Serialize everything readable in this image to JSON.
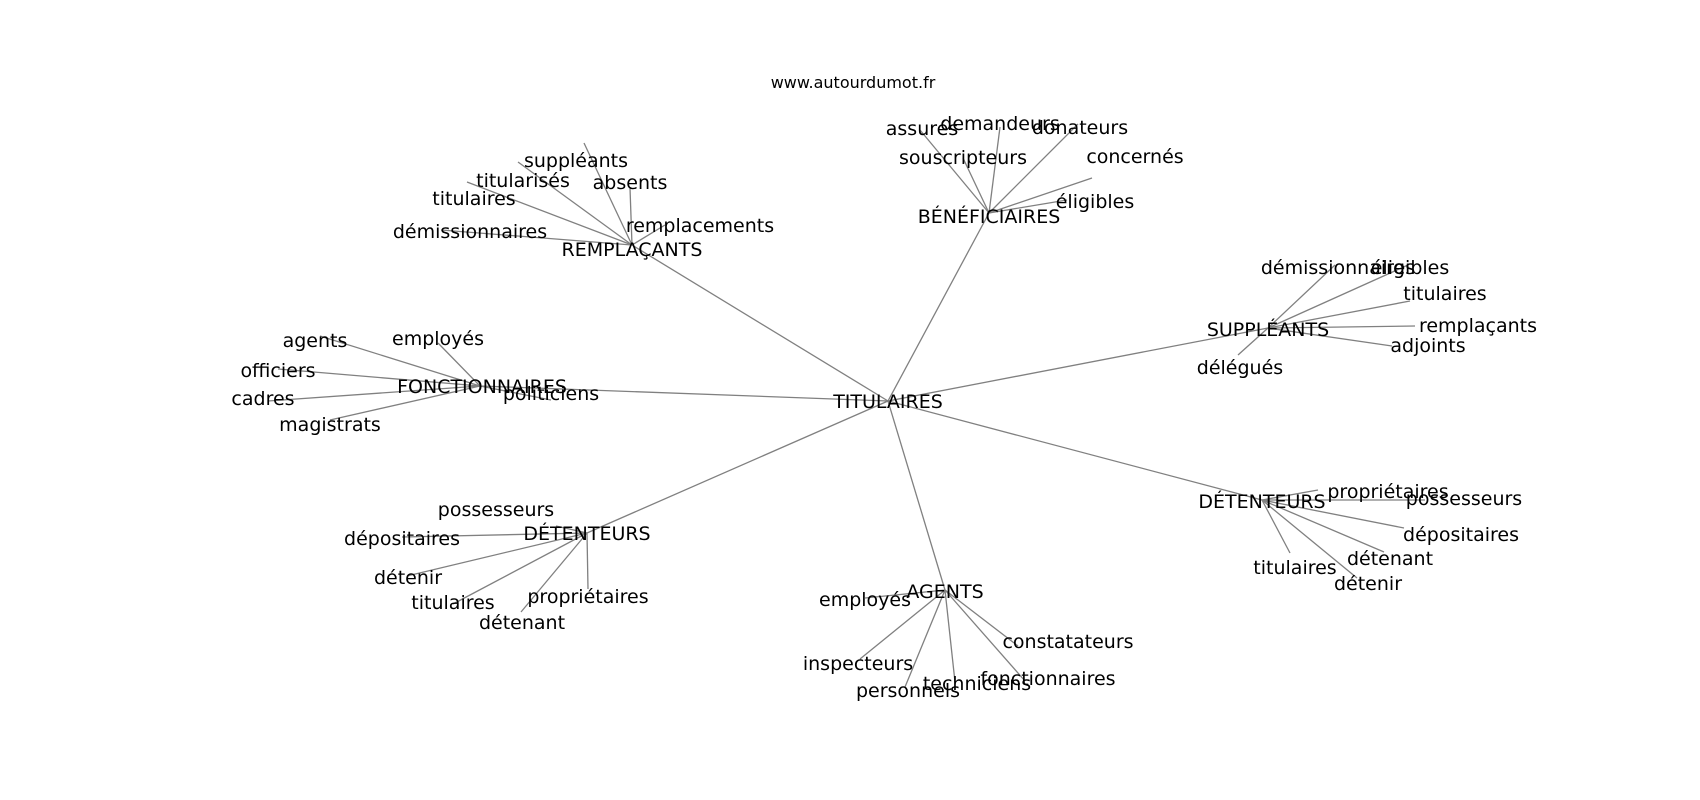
{
  "site_label": "www.autourdumot.fr",
  "colors": {
    "edge": "#808080",
    "text": "#000000",
    "background": "#ffffff"
  },
  "root": {
    "id": "root",
    "label": "TITULAIRES"
  },
  "clusters": [
    {
      "id": "remplacants",
      "label": "REMPLAÇANTS",
      "leaves": [
        {
          "id": "suppleants",
          "label": "suppléants"
        },
        {
          "id": "titularises",
          "label": "titularisés"
        },
        {
          "id": "absents",
          "label": "absents"
        },
        {
          "id": "titulaires",
          "label": "titulaires"
        },
        {
          "id": "remplacements",
          "label": "remplacements"
        },
        {
          "id": "demissionnaires",
          "label": "démissionnaires"
        }
      ]
    },
    {
      "id": "beneficiaires",
      "label": "BÉNÉFICIAIRES",
      "leaves": [
        {
          "id": "assures",
          "label": "assurés"
        },
        {
          "id": "demandeurs",
          "label": "demandeurs"
        },
        {
          "id": "donateurs",
          "label": "donateurs"
        },
        {
          "id": "souscripteurs",
          "label": "souscripteurs"
        },
        {
          "id": "concernes",
          "label": "concernés"
        },
        {
          "id": "eligibles",
          "label": "éligibles"
        }
      ]
    },
    {
      "id": "suppleants-cluster",
      "label": "SUPPLÉANTS",
      "leaves": [
        {
          "id": "demissionnaires",
          "label": "démissionnaires"
        },
        {
          "id": "eligibles",
          "label": "éligibles"
        },
        {
          "id": "titulaires",
          "label": "titulaires"
        },
        {
          "id": "remplacants",
          "label": "remplaçants"
        },
        {
          "id": "adjoints",
          "label": "adjoints"
        },
        {
          "id": "delegues",
          "label": "délégués"
        }
      ]
    },
    {
      "id": "fonctionnaires",
      "label": "FONCTIONNAIRES",
      "leaves": [
        {
          "id": "agents",
          "label": "agents"
        },
        {
          "id": "employes",
          "label": "employés"
        },
        {
          "id": "officiers",
          "label": "officiers"
        },
        {
          "id": "cadres",
          "label": "cadres"
        },
        {
          "id": "politiciens",
          "label": "politiciens"
        },
        {
          "id": "magistrats",
          "label": "magistrats"
        }
      ]
    },
    {
      "id": "detenteurs-left",
      "label": "DÉTENTEURS",
      "leaves": [
        {
          "id": "possesseurs",
          "label": "possesseurs"
        },
        {
          "id": "depositaires",
          "label": "dépositaires"
        },
        {
          "id": "detenir",
          "label": "détenir"
        },
        {
          "id": "proprietaires",
          "label": "propriétaires"
        },
        {
          "id": "titulaires",
          "label": "titulaires"
        },
        {
          "id": "detenant",
          "label": "détenant"
        }
      ]
    },
    {
      "id": "agents-cluster",
      "label": "AGENTS",
      "leaves": [
        {
          "id": "employes",
          "label": "employés"
        },
        {
          "id": "constatateurs",
          "label": "constatateurs"
        },
        {
          "id": "inspecteurs",
          "label": "inspecteurs"
        },
        {
          "id": "fonctionnaires",
          "label": "fonctionnaires"
        },
        {
          "id": "techniciens",
          "label": "techniciens"
        },
        {
          "id": "personnels",
          "label": "personnels"
        }
      ]
    },
    {
      "id": "detenteurs-right",
      "label": "DÉTENTEURS",
      "leaves": [
        {
          "id": "proprietaires",
          "label": "propriétaires"
        },
        {
          "id": "possesseurs",
          "label": "possesseurs"
        },
        {
          "id": "depositaires",
          "label": "dépositaires"
        },
        {
          "id": "detenant",
          "label": "détenant"
        },
        {
          "id": "titulaires",
          "label": "titulaires"
        },
        {
          "id": "detenir",
          "label": "détenir"
        }
      ]
    }
  ]
}
